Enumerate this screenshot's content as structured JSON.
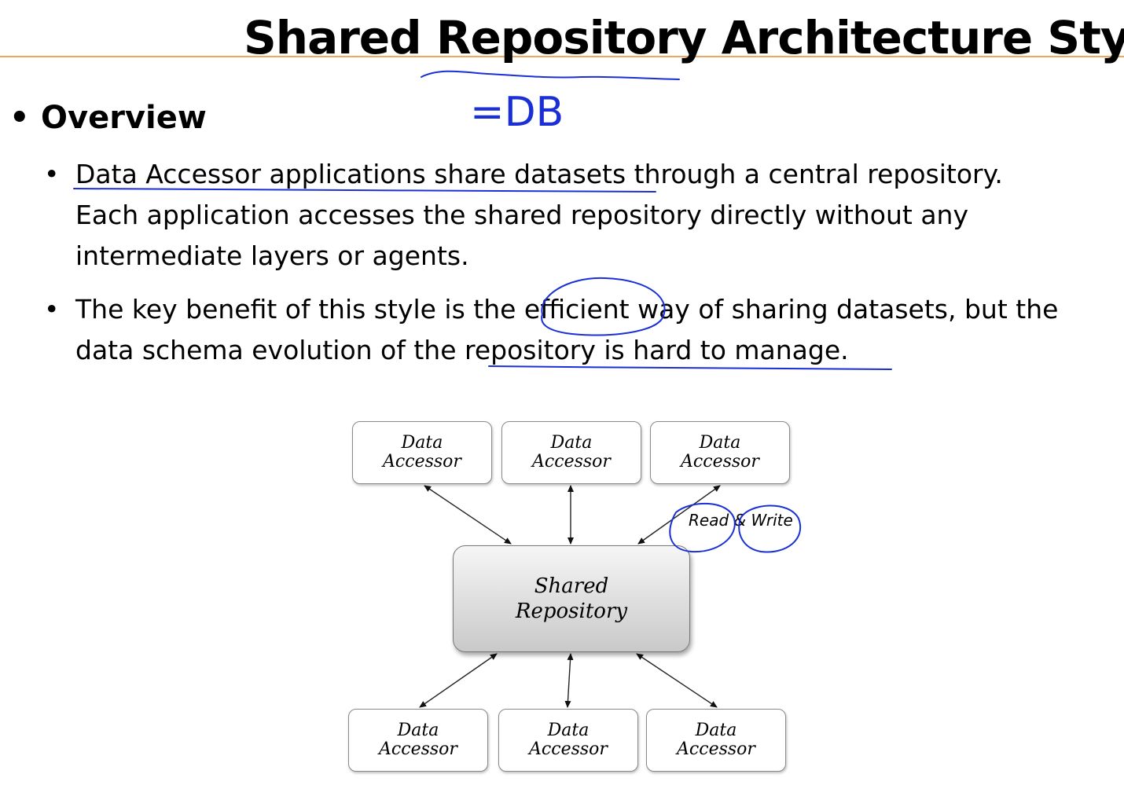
{
  "title": "Shared Repository Architecture Style",
  "overview": {
    "bullet": "•",
    "label": "Overview"
  },
  "bullets": [
    {
      "dot": "•",
      "lines": [
        "Data Accessor applications share datasets through a central repository.",
        "Each application accesses the shared repository directly without any",
        "intermediate layers or agents."
      ]
    },
    {
      "dot": "•",
      "lines": [
        "The key benefit of this style is the efficient way of sharing datasets, but the",
        "data schema evolution of the repository is hard to manage."
      ]
    }
  ],
  "annotation": {
    "handwritten": "=DB",
    "color": "#1a2fd6"
  },
  "diagram": {
    "top_accessors": [
      {
        "line1": "Data",
        "line2": "Accessor"
      },
      {
        "line1": "Data",
        "line2": "Accessor"
      },
      {
        "line1": "Data",
        "line2": "Accessor"
      }
    ],
    "repository": {
      "line1": "Shared",
      "line2": "Repository"
    },
    "edge_label": "Read & Write",
    "bottom_accessors": [
      {
        "line1": "Data",
        "line2": "Accessor"
      },
      {
        "line1": "Data",
        "line2": "Accessor"
      },
      {
        "line1": "Data",
        "line2": "Accessor"
      }
    ]
  },
  "colors": {
    "title_rule": "#f0a860",
    "ink": "#1a2fd6"
  }
}
